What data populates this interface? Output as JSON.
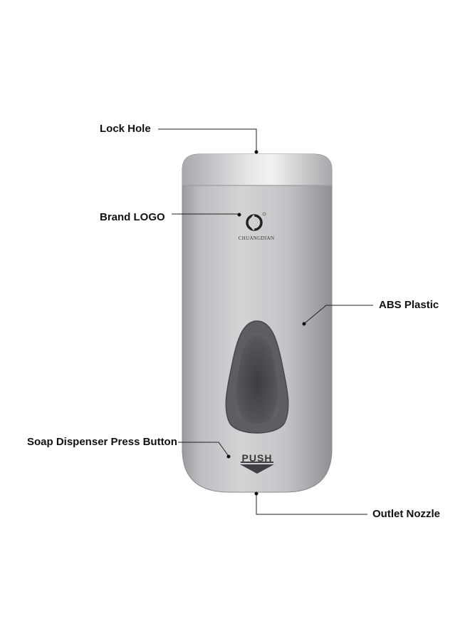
{
  "callouts": {
    "lock_hole": "Lock Hole",
    "brand_logo": "Brand LOGO",
    "abs_plastic": "ABS  Plastic",
    "press_button": "Soap Dispenser Press Button",
    "outlet_nozzle": "Outlet  Nozzle"
  },
  "product": {
    "brand_name": "CHUANGDIAN",
    "push_label": "PUSH"
  },
  "colors": {
    "body_silver": "#b9babd",
    "window_dark": "#4a4c50",
    "label_text": "#111111"
  }
}
